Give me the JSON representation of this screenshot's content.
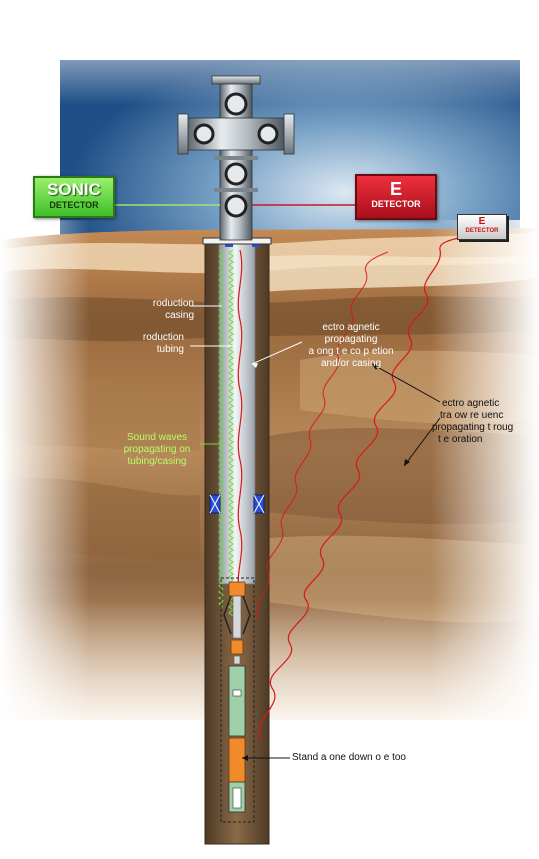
{
  "sonic_detector": {
    "line1": "SONIC",
    "line2": "DETECTOR"
  },
  "em_detector": {
    "line1": "E",
    "line2": "DETECTOR"
  },
  "em_detector_remote": {
    "line1": "E",
    "line2": "DETECTOR"
  },
  "labels": {
    "production_casing": [
      "roduction",
      "casing"
    ],
    "production_tubing": [
      "roduction",
      "tubing"
    ],
    "em_along_completion": [
      "ectro agnetic",
      "propagating",
      "a ong t e co p etion",
      "and/or casing"
    ],
    "em_through_formation": [
      "ectro agnetic",
      "tra ow re uenc",
      "propagating t roug",
      "t e oration"
    ],
    "sound_waves": [
      "Sound waves",
      "propagating on",
      "tubing/casing"
    ],
    "standalone_tool": "Stand a one down o e too"
  },
  "colors": {
    "sonic_green": "#4ccc30",
    "em_red": "#c41a28",
    "signal_red": "#d81818",
    "sonic_wave": "#6fdc3a",
    "casing_brown": "#7a5a3a",
    "sky_blue": "#4a78a8"
  }
}
